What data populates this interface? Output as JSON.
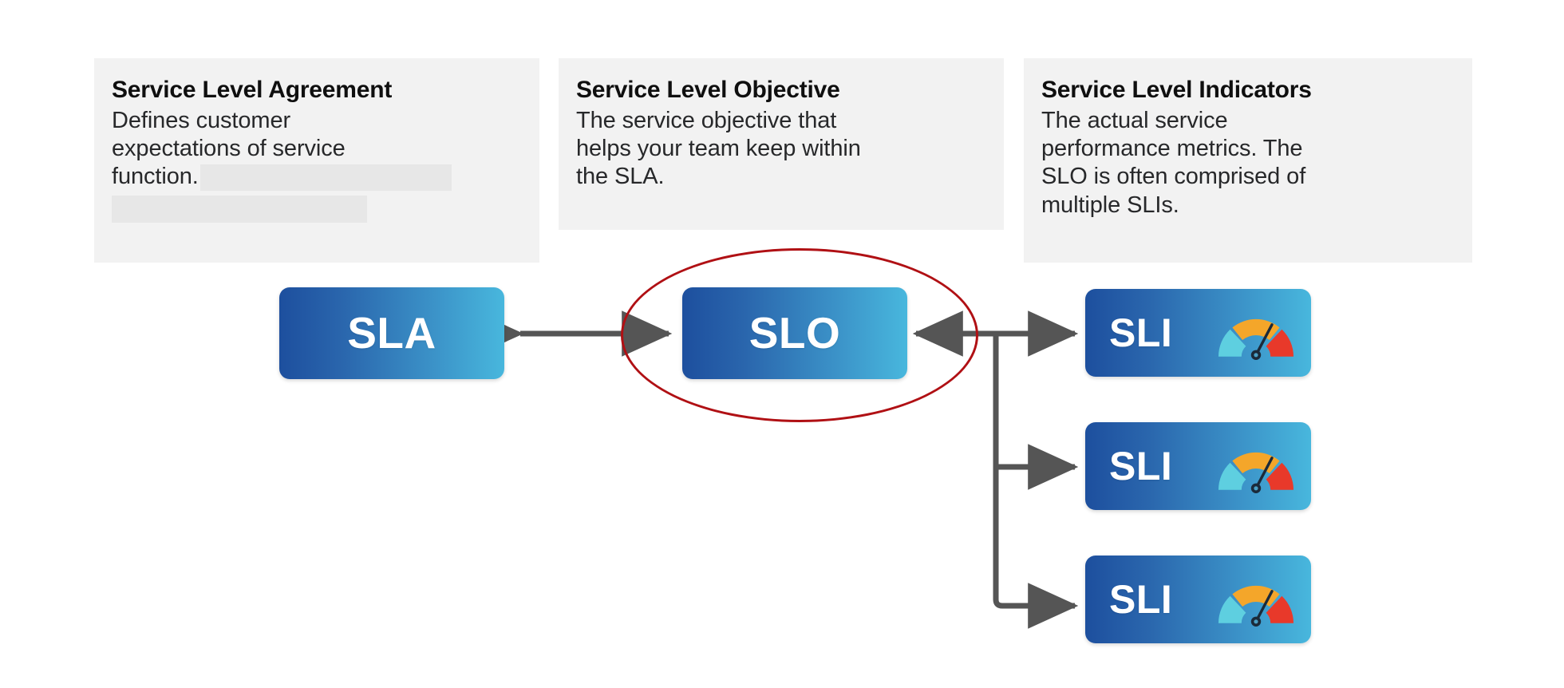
{
  "diagram": {
    "title": "SLA / SLO / SLI relationship diagram",
    "background_color": "#ffffff",
    "cards": [
      {
        "id": "sla",
        "title": "Service Level Agreement",
        "body_lines": [
          "Defines customer",
          "expectations of service",
          "function."
        ],
        "body_text": "Defines customer expectations of service function.",
        "has_redaction": true,
        "background_color": "#f2f2f2",
        "redaction_color": "#e7e7e7"
      },
      {
        "id": "slo",
        "title": "Service Level Objective",
        "body_lines": [
          "The service objective that",
          "helps your team keep within",
          "the SLA."
        ],
        "body_text": "The service objective that helps your team keep within the SLA.",
        "has_redaction": false,
        "background_color": "#f2f2f2",
        "redaction_color": "#e7e7e7"
      },
      {
        "id": "sli",
        "title": "Service Level Indicators",
        "body_lines": [
          "The actual service",
          "performance metrics. The",
          "SLO is often comprised of",
          "multiple SLIs."
        ],
        "body_text": "The actual service performance metrics. The SLO is often comprised of multiple SLIs.",
        "has_redaction": false,
        "background_color": "#f2f2f2",
        "redaction_color": "#e7e7e7"
      }
    ],
    "nodes": {
      "sla": {
        "label": "SLA"
      },
      "slo": {
        "label": "SLO"
      },
      "sli_1": {
        "label": "SLI",
        "icon": "gauge-icon"
      },
      "sli_2": {
        "label": "SLI",
        "icon": "gauge-icon"
      },
      "sli_3": {
        "label": "SLI",
        "icon": "gauge-icon"
      }
    },
    "highlight": {
      "target": "slo",
      "shape": "ellipse",
      "color": "#b01014",
      "stroke_width": 3
    },
    "connectors": [
      {
        "from": "sla",
        "to": "slo",
        "style": "double-headed-arrow"
      },
      {
        "from": "sli_1",
        "to": "slo",
        "style": "arrow"
      },
      {
        "from": "slo",
        "to": "sli_1",
        "style": "arrow"
      },
      {
        "from": "trunk",
        "to": "sli_2",
        "style": "arrow"
      },
      {
        "from": "trunk",
        "to": "sli_3",
        "style": "arrow"
      }
    ],
    "colors": {
      "gradient_start": "#1d4f9e",
      "gradient_end": "#48b7dd",
      "connector": "#555555",
      "highlight_red": "#b01014",
      "card_background": "#f2f2f2",
      "redaction": "#e7e7e7",
      "node_label": "#ffffff",
      "gauge_low": "#5ecfe0",
      "gauge_mid": "#f4a62a",
      "gauge_high": "#e8392a",
      "gauge_needle": "#1b2a3a"
    }
  }
}
